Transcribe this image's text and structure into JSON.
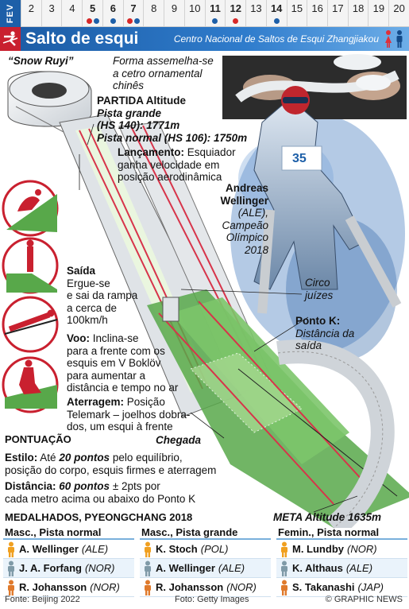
{
  "datebar": {
    "month": "FEV",
    "days": [
      {
        "n": "2",
        "bold": false,
        "dots": []
      },
      {
        "n": "3",
        "bold": false,
        "dots": []
      },
      {
        "n": "4",
        "bold": false,
        "dots": []
      },
      {
        "n": "5",
        "bold": true,
        "dots": [
          "#d62828",
          "#1d5fa8"
        ]
      },
      {
        "n": "6",
        "bold": true,
        "dots": [
          "#1d5fa8"
        ]
      },
      {
        "n": "7",
        "bold": true,
        "dots": [
          "#d62828",
          "#1d5fa8"
        ]
      },
      {
        "n": "8",
        "bold": false,
        "dots": []
      },
      {
        "n": "9",
        "bold": false,
        "dots": []
      },
      {
        "n": "10",
        "bold": false,
        "dots": []
      },
      {
        "n": "11",
        "bold": true,
        "dots": [
          "#1d5fa8"
        ]
      },
      {
        "n": "12",
        "bold": true,
        "dots": [
          "#d62828"
        ]
      },
      {
        "n": "13",
        "bold": false,
        "dots": []
      },
      {
        "n": "14",
        "bold": true,
        "dots": [
          "#1d5fa8"
        ]
      },
      {
        "n": "15",
        "bold": false,
        "dots": []
      },
      {
        "n": "16",
        "bold": false,
        "dots": []
      },
      {
        "n": "17",
        "bold": false,
        "dots": []
      },
      {
        "n": "18",
        "bold": false,
        "dots": []
      },
      {
        "n": "19",
        "bold": false,
        "dots": []
      },
      {
        "n": "20",
        "bold": false,
        "dots": []
      }
    ]
  },
  "header": {
    "title": "Salto de esqui",
    "subtitle": "Centro Nacional de Saltos de Esqui Zhangjiakou"
  },
  "labels": {
    "snow_ruyi": "“Snow Ruyi”",
    "forma": [
      "Forma assemelha-se",
      "a cetro ornamental",
      "chinês"
    ],
    "partida_title": "PARTIDA Altitude",
    "partida_grande": "Pista grande",
    "partida_hs140": "(HS 140): 1771m",
    "partida_normal": "Pista normal (HS 106): 1750m",
    "lancamento_head": "Lançamento:",
    "lancamento_text": [
      "Esquiador",
      "ganha velocidade em",
      "posição aerodinâmica"
    ],
    "andreas_name": [
      "Andreas",
      "Wellinger"
    ],
    "andreas_info": [
      "(ALE),",
      "Campeão",
      "Olímpico",
      "2018"
    ],
    "saida_head": "Saída",
    "saida_text": [
      "Ergue-se",
      "e sai da rampa",
      "a cerca de",
      "100km/h"
    ],
    "circo": [
      "Circo",
      "juízes"
    ],
    "pontok_head": "Ponto K:",
    "pontok_text": [
      "Distância da",
      "saída"
    ],
    "voo_head": "Voo:",
    "voo_text": [
      "Inclina-se",
      "para a frente com os",
      "esquis em V Boklöv",
      "para aumentar a",
      "distância e tempo no ar"
    ],
    "aterragem_head": "Aterragem:",
    "aterragem_text": [
      "Posição",
      "Telemark – joelhos dobra-",
      "dos, um esqui à frente"
    ],
    "chegada": "Chegada",
    "meta": "META Altitude 1635m"
  },
  "scoring": {
    "title": "PONTUAÇÃO",
    "estilo_head": "Estilo:",
    "estilo_pre": "Até",
    "estilo_points": "20 pontos",
    "estilo_text1": "pelo equilíbrio,",
    "estilo_text2": "posição do corpo, esquis firmes e aterragem",
    "distancia_head": "Distância:",
    "distancia_points": "60 pontos",
    "distancia_text1": "± 2pts por",
    "distancia_text2": "cada metro acima ou abaixo do Ponto K"
  },
  "medals": {
    "title": "MEDALHADOS, PYEONGCHANG 2018",
    "colors": {
      "gold": "#f0a020",
      "silver": "#7f9aa8",
      "bronze": "#e07a2c"
    },
    "columns": [
      {
        "header": "Masc., Pista normal",
        "rows": [
          {
            "name": "A. Wellinger",
            "country": "(ALE)",
            "medal": "gold"
          },
          {
            "name": "J. A. Forfang",
            "country": "(NOR)",
            "medal": "silver"
          },
          {
            "name": "R. Johansson",
            "country": "(NOR)",
            "medal": "bronze"
          }
        ]
      },
      {
        "header": "Masc., Pista grande",
        "rows": [
          {
            "name": "K. Stoch",
            "country": "(POL)",
            "medal": "gold"
          },
          {
            "name": "A. Wellinger",
            "country": "(ALE)",
            "medal": "silver"
          },
          {
            "name": "R. Johansson",
            "country": "(NOR)",
            "medal": "bronze"
          }
        ]
      },
      {
        "header": "Femin., Pista normal",
        "rows": [
          {
            "name": "M. Lundby",
            "country": "(NOR)",
            "medal": "gold"
          },
          {
            "name": "K. Althaus",
            "country": "(ALE)",
            "medal": "silver"
          },
          {
            "name": "S. Takanashi",
            "country": "(JAP)",
            "medal": "bronze"
          }
        ]
      }
    ]
  },
  "footer": {
    "source": "Fonte: Beijing 2022",
    "photo": "Foto: Getty Images",
    "credit": "© GRAPHIC NEWS"
  }
}
